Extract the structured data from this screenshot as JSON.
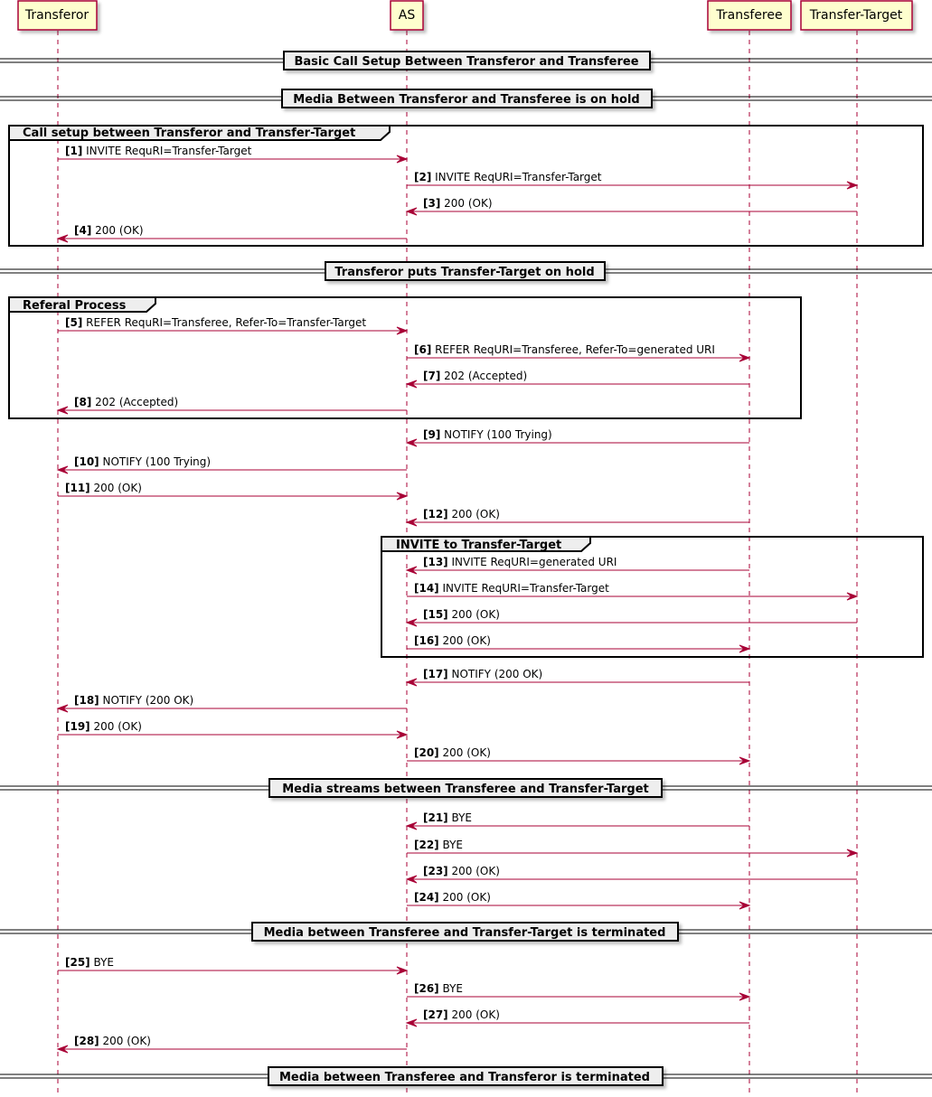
{
  "colors": {
    "arrow": "#A80036",
    "participant_fill": "#FEFECE",
    "participant_border": "#A80036",
    "lifeline": "#A80036",
    "divider_fill": "#EEEEEE",
    "group_border": "#000000"
  },
  "participants": [
    {
      "id": "transferor",
      "label": "Transferor"
    },
    {
      "id": "as",
      "label": "AS"
    },
    {
      "id": "transferee",
      "label": "Transferee"
    },
    {
      "id": "target",
      "label": "Transfer-Target"
    }
  ],
  "dividers": [
    {
      "label": "Basic Call Setup Between Transferor and Transferee"
    },
    {
      "label": "Media Between Transferor and Transferee is on hold"
    },
    {
      "label": "Transferor puts Transfer-Target on hold"
    },
    {
      "label": "Media streams between Transferee and Transfer-Target"
    },
    {
      "label": "Media between Transferee and Transfer-Target is terminated"
    },
    {
      "label": "Media between Transferee and Transferor is terminated"
    }
  ],
  "groups": [
    {
      "label": "Call setup between Transferor and Transfer-Target"
    },
    {
      "label": "Referal Process"
    },
    {
      "label": "INVITE to Transfer-Target"
    }
  ],
  "messages": [
    {
      "num": "[1]",
      "text": "INVITE RequRI=Transfer-Target",
      "from": "transferor",
      "to": "as"
    },
    {
      "num": "[2]",
      "text": "INVITE ReqURI=Transfer-Target",
      "from": "as",
      "to": "target"
    },
    {
      "num": "[3]",
      "text": "200 (OK)",
      "from": "target",
      "to": "as"
    },
    {
      "num": "[4]",
      "text": "200 (OK)",
      "from": "as",
      "to": "transferor"
    },
    {
      "num": "[5]",
      "text": "REFER RequRI=Transferee, Refer-To=Transfer-Target",
      "from": "transferor",
      "to": "as"
    },
    {
      "num": "[6]",
      "text": "REFER ReqURI=Transferee, Refer-To=generated URI",
      "from": "as",
      "to": "transferee"
    },
    {
      "num": "[7]",
      "text": "202 (Accepted)",
      "from": "transferee",
      "to": "as"
    },
    {
      "num": "[8]",
      "text": "202 (Accepted)",
      "from": "as",
      "to": "transferor"
    },
    {
      "num": "[9]",
      "text": "NOTIFY (100 Trying)",
      "from": "transferee",
      "to": "as"
    },
    {
      "num": "[10]",
      "text": "NOTIFY (100 Trying)",
      "from": "as",
      "to": "transferor"
    },
    {
      "num": "[11]",
      "text": "200 (OK)",
      "from": "transferor",
      "to": "as"
    },
    {
      "num": "[12]",
      "text": "200 (OK)",
      "from": "transferee",
      "to": "as"
    },
    {
      "num": "[13]",
      "text": "INVITE ReqURI=generated URI",
      "from": "transferee",
      "to": "as"
    },
    {
      "num": "[14]",
      "text": "INVITE ReqURI=Transfer-Target",
      "from": "as",
      "to": "target"
    },
    {
      "num": "[15]",
      "text": "200 (OK)",
      "from": "target",
      "to": "as"
    },
    {
      "num": "[16]",
      "text": "200 (OK)",
      "from": "as",
      "to": "transferee"
    },
    {
      "num": "[17]",
      "text": "NOTIFY (200 OK)",
      "from": "transferee",
      "to": "as"
    },
    {
      "num": "[18]",
      "text": "NOTIFY (200 OK)",
      "from": "as",
      "to": "transferor"
    },
    {
      "num": "[19]",
      "text": "200 (OK)",
      "from": "transferor",
      "to": "as"
    },
    {
      "num": "[20]",
      "text": "200 (OK)",
      "from": "as",
      "to": "transferee"
    },
    {
      "num": "[21]",
      "text": "BYE",
      "from": "transferee",
      "to": "as"
    },
    {
      "num": "[22]",
      "text": "BYE",
      "from": "as",
      "to": "target"
    },
    {
      "num": "[23]",
      "text": "200 (OK)",
      "from": "target",
      "to": "as"
    },
    {
      "num": "[24]",
      "text": "200 (OK)",
      "from": "as",
      "to": "transferee"
    },
    {
      "num": "[25]",
      "text": "BYE",
      "from": "transferor",
      "to": "as"
    },
    {
      "num": "[26]",
      "text": "BYE",
      "from": "as",
      "to": "transferee"
    },
    {
      "num": "[27]",
      "text": "200 (OK)",
      "from": "transferee",
      "to": "as"
    },
    {
      "num": "[28]",
      "text": "200 (OK)",
      "from": "as",
      "to": "transferor"
    }
  ]
}
